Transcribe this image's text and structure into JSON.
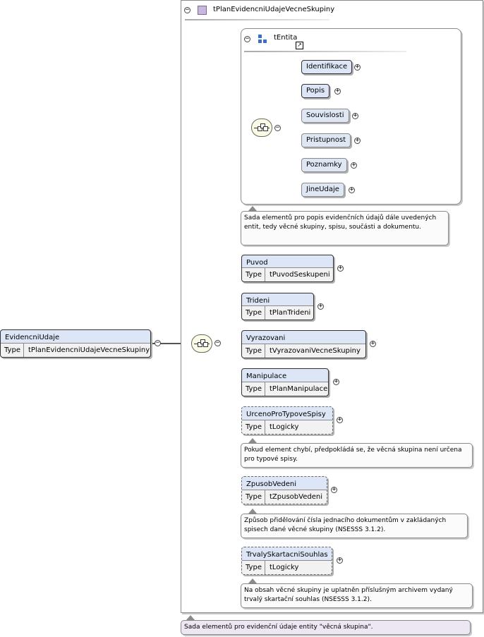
{
  "diagram": {
    "outer_group_title": "tPlanEvidencniUdajeVecneSkupiny",
    "outer_group_note": "Sada elementů pro evidenční údaje entity \"věcná skupina\".",
    "root_element": {
      "name": "EvidencniUdaje",
      "type_label": "Type",
      "type": "tPlanEvidencniUdajeVecneSkupiny"
    },
    "inner_group": {
      "title": "tEntita",
      "children": [
        "Identifikace",
        "Popis",
        "Souvislosti",
        "Pristupnost",
        "Poznamky",
        "JineUdaje"
      ],
      "note": "Sada elementů pro popis evidenčních údajů dále uvedených entit, tedy věcné skupiny, spisu, součásti a dokumentu."
    },
    "elements": [
      {
        "name": "Puvod",
        "type_label": "Type",
        "type": "tPuvodSeskupeni"
      },
      {
        "name": "Trideni",
        "type_label": "Type",
        "type": "tPlanTrideni"
      },
      {
        "name": "Vyrazovani",
        "type_label": "Type",
        "type": "tVyrazovaniVecneSkupiny"
      },
      {
        "name": "Manipulace",
        "type_label": "Type",
        "type": "tPlanManipulace"
      },
      {
        "name": "UrcenoProTypoveSpisy",
        "type_label": "Type",
        "type": "tLogicky",
        "note": "Pokud element chybí, předpokládá se, že věcná skupina není určena pro typové spisy."
      },
      {
        "name": "ZpusobVedeni",
        "type_label": "Type",
        "type": "tZpusobVedeni",
        "note": "Způsob přidělování čísla jednacího dokumentům v zakládaných spisech dané věcné skupiny (NSESSS 3.1.2)."
      },
      {
        "name": "TrvalySkartacniSouhlas",
        "type_label": "Type",
        "type": "tLogicky",
        "note": "Na obsah věcné skupiny je uplatněn příslušným archivem vydaný trvalý skartační souhlas (NSESSS 3.1.2)."
      }
    ],
    "collapse_symbol": "−",
    "expand_symbol": "+",
    "icons": [
      "collapse-icon",
      "expand-icon",
      "complex-type-icon",
      "entity-group-icon",
      "link-arrow-icon",
      "sequence-compositor-icon"
    ],
    "colors": {
      "element_fill": "#dce6f6",
      "type_row_fill": "#f2f2f2",
      "note_fill": "#fbfbfb",
      "outer_note_fill": "#ede6f3",
      "complex_type_icon": "#c9b6dc",
      "entity_icon": "#3a6fc8",
      "sequence_fill": "#fbfbe8"
    }
  }
}
